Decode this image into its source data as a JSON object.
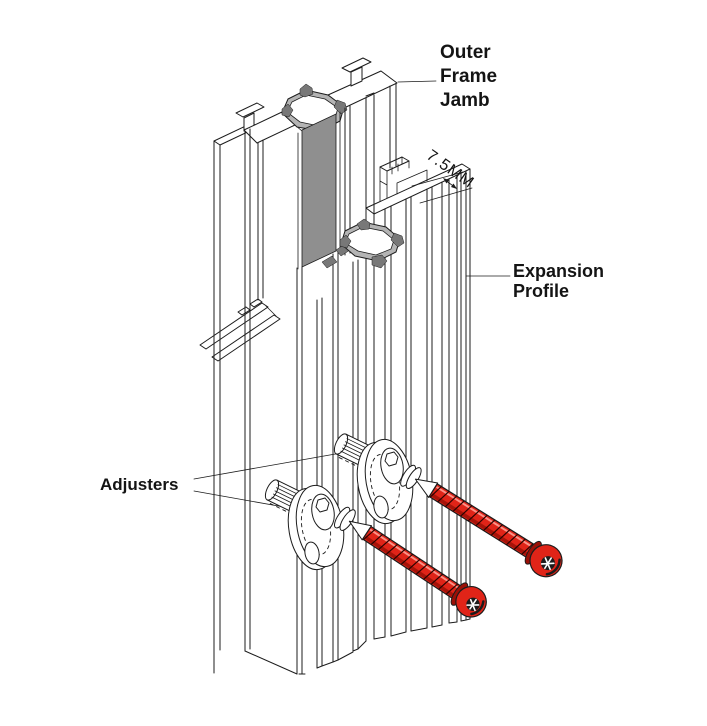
{
  "labels": {
    "outer_frame_jamb": {
      "line1": "Outer",
      "line2": "Frame",
      "line3": "Jamb"
    },
    "dimension": {
      "text": "7.5MM"
    },
    "expansion_profile": {
      "line1": "Expansion",
      "line2": "Profile"
    },
    "adjusters": {
      "text": "Adjusters"
    }
  },
  "colors": {
    "background": "#ffffff",
    "line": "#1c1c1c",
    "screw_red": "#e02418",
    "screw_red_dark": "#9b1007",
    "screw_highlight": "#ff9d94",
    "glazing_gray": "#8f8f8f",
    "gasket_gray": "#787878",
    "chamber_ring_gray": "#b4b4b4"
  }
}
